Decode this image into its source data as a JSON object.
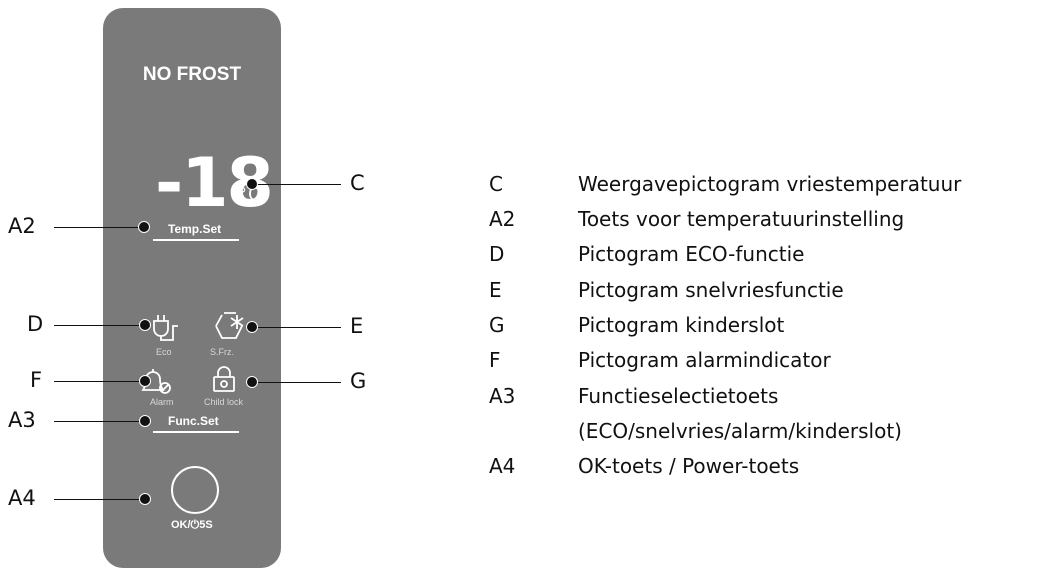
{
  "panel": {
    "brand": "NO FROST",
    "display_digits": "-18",
    "display_unit": "°C",
    "temp_button_label": "Temp.Set",
    "func_button_label": "Func.Set",
    "ok_button_label": "OK/⏻5S",
    "icons": {
      "eco": {
        "label": "Eco",
        "icon": "plug-eco-icon"
      },
      "sfrz": {
        "label": "S.Frz.",
        "icon": "snowflake-hexagon-icon"
      },
      "alarm": {
        "label": "Alarm",
        "icon": "bell-alarm-icon"
      },
      "childlock": {
        "label": "Child lock",
        "icon": "padlock-icon"
      }
    }
  },
  "callouts": {
    "c": "C",
    "a2": "A2",
    "d": "D",
    "e": "E",
    "f": "F",
    "g": "G",
    "a3": "A3",
    "a4": "A4"
  },
  "legend": [
    {
      "key": "C",
      "text": "Weergavepictogram vriestemperatuur"
    },
    {
      "key": "A2",
      "text": "Toets voor temperatuurinstelling"
    },
    {
      "key": "D",
      "text": "Pictogram ECO-functie"
    },
    {
      "key": "E",
      "text": "Pictogram snelvriesfunctie"
    },
    {
      "key": "G",
      "text": "Pictogram kinderslot"
    },
    {
      "key": "F",
      "text": "Pictogram alarmindicator"
    },
    {
      "key": "A3",
      "text": "Functieselectietoets"
    },
    {
      "key": "",
      "text": "(ECO/snelvries/alarm/kinderslot)"
    },
    {
      "key": "A4",
      "text": "OK-toets / Power-toets"
    }
  ]
}
